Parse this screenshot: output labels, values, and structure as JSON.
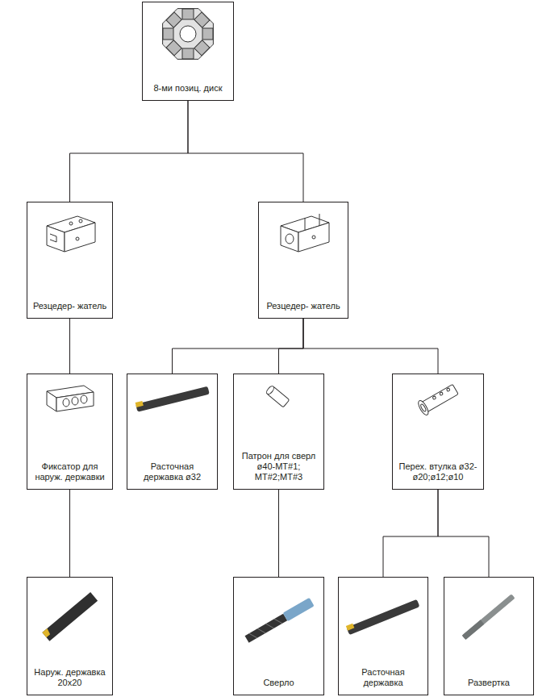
{
  "diagram": {
    "nodes": [
      {
        "text": [
          "8-ми позиц. диск"
        ]
      },
      {
        "text": [
          "Резцедер- жатель"
        ]
      },
      {
        "text": [
          "Резцедер- жатель"
        ]
      },
      {
        "text": [
          "Фиксатор для наруж. державки"
        ]
      },
      {
        "text": [
          "Расточная державка ø32"
        ]
      },
      {
        "text": [
          "Патрон для сверл ø40-MT#1; MT#2;MT#3"
        ]
      },
      {
        "text": [
          "Перех. втулка ø32- ø20;ø12;ø10"
        ]
      },
      {
        "text": [
          "Наруж. державка 20x20"
        ]
      },
      {
        "text": [
          "Сверло"
        ]
      },
      {
        "text": [
          "Расточная державка"
        ]
      },
      {
        "text": [
          "Развертка"
        ]
      }
    ],
    "edges": [
      {
        "from": 0,
        "to": 1,
        "arrow": "none"
      },
      {
        "from": 0,
        "to": 2,
        "arrow": "none"
      },
      {
        "from": 1,
        "to": 3,
        "arrow": "none"
      },
      {
        "from": 2,
        "to": 4,
        "arrow": "none"
      },
      {
        "from": 2,
        "to": 5,
        "arrow": "none"
      },
      {
        "from": 2,
        "to": 6,
        "arrow": "none"
      },
      {
        "from": 3,
        "to": 7,
        "arrow": "none"
      },
      {
        "from": 5,
        "to": 8,
        "arrow": "none"
      },
      {
        "from": 6,
        "to": 9,
        "arrow": "none"
      },
      {
        "from": 6,
        "to": 10,
        "arrow": "none"
      }
    ]
  }
}
